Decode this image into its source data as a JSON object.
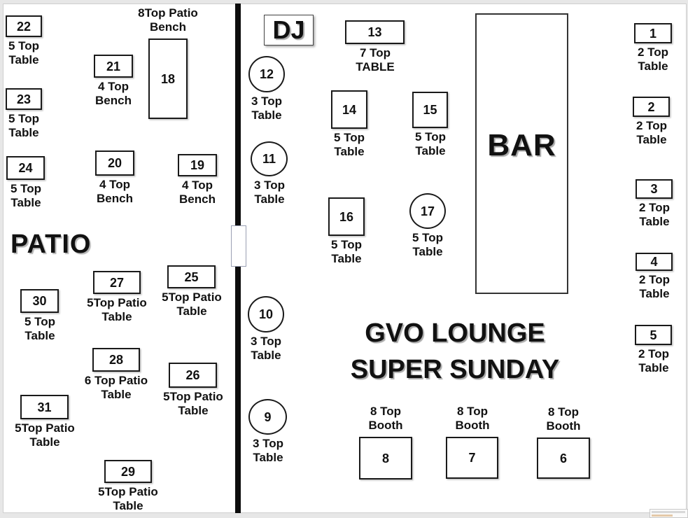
{
  "page": {
    "patio_label": "PATIO",
    "dj_label": "DJ",
    "bar_label": "BAR",
    "title_line1": "GVO LOUNGE",
    "title_line2": "SUPER SUNDAY"
  },
  "colors": {
    "wall": "#0d0d0d",
    "shape_border": "#1a1a1a",
    "background": "#ffffff"
  },
  "tables": [
    {
      "id": "22",
      "seating": "5 Top Table"
    },
    {
      "id": "23",
      "seating": "5 Top Table"
    },
    {
      "id": "24",
      "seating": "5 Top Table"
    },
    {
      "id": "21",
      "seating": "4 Top Bench"
    },
    {
      "id": "18",
      "seating": "8Top Patio Bench"
    },
    {
      "id": "20",
      "seating": "4 Top Bench"
    },
    {
      "id": "19",
      "seating": "4 Top Bench"
    },
    {
      "id": "30",
      "seating": "5 Top Table"
    },
    {
      "id": "27",
      "seating": "5Top Patio Table"
    },
    {
      "id": "25",
      "seating": "5Top Patio Table"
    },
    {
      "id": "28",
      "seating": "6 Top Patio Table"
    },
    {
      "id": "26",
      "seating": "5Top Patio Table"
    },
    {
      "id": "31",
      "seating": "5Top Patio Table"
    },
    {
      "id": "29",
      "seating": "5Top Patio Table"
    },
    {
      "id": "12",
      "seating": "3 Top Table"
    },
    {
      "id": "11",
      "seating": "3 Top Table"
    },
    {
      "id": "10",
      "seating": "3 Top Table"
    },
    {
      "id": "9",
      "seating": "3 Top Table"
    },
    {
      "id": "13",
      "seating": "7 Top TABLE"
    },
    {
      "id": "14",
      "seating": "5 Top Table"
    },
    {
      "id": "15",
      "seating": "5 Top Table"
    },
    {
      "id": "16",
      "seating": "5 Top Table"
    },
    {
      "id": "17",
      "seating": "5 Top Table"
    },
    {
      "id": "8",
      "seating": "8 Top Booth"
    },
    {
      "id": "7",
      "seating": "8 Top Booth"
    },
    {
      "id": "6",
      "seating": "8 Top Booth"
    },
    {
      "id": "1",
      "seating": "2 Top Table"
    },
    {
      "id": "2",
      "seating": "2 Top Table"
    },
    {
      "id": "3",
      "seating": "2 Top Table"
    },
    {
      "id": "4",
      "seating": "2 Top Table"
    },
    {
      "id": "5",
      "seating": "2 Top Table"
    }
  ]
}
